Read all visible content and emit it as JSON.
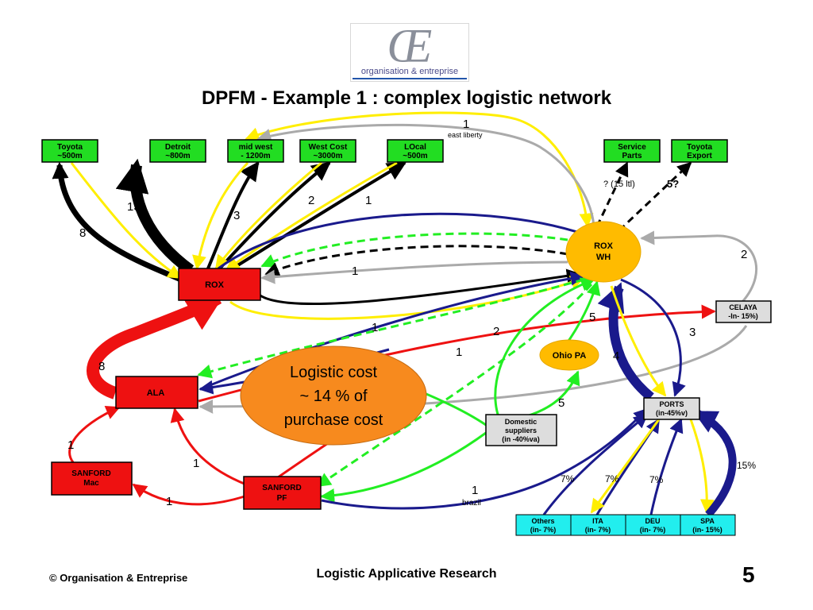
{
  "logo": {
    "glyph": "Œ",
    "wordmark": "organisation & entreprise"
  },
  "title": "DPFM - Example 1 : complex logistic network",
  "colors": {
    "green_box": "#22dd22",
    "red_box": "#ee1111",
    "orange": "#ffbb00",
    "cyan_box": "#22eeee",
    "navy": "#1a1a8c",
    "yellow": "#ffee00",
    "gray": "#aaaaaa"
  },
  "nodes": {
    "toyota": {
      "line1": "Toyota",
      "line2": "~500m"
    },
    "detroit": {
      "line1": "Detroit",
      "line2": "~800m"
    },
    "midwest": {
      "line1": "mid west",
      "line2": "- 1200m"
    },
    "westcost": {
      "line1": "West Cost",
      "line2": "~3000m"
    },
    "local": {
      "line1": "LOcal",
      "line2": "~500m"
    },
    "service_parts": {
      "line1": "Service",
      "line2": "Parts"
    },
    "toyota_export": {
      "line1": "Toyota",
      "line2": "Export"
    },
    "rox": {
      "label": "ROX"
    },
    "rox_wh": {
      "line1": "ROX",
      "line2": "WH"
    },
    "ala": {
      "label": "ALA"
    },
    "sanford_mac": {
      "line1": "SANFORD",
      "line2": "Mac"
    },
    "sanford_pf": {
      "line1": "SANFORD",
      "line2": "PF"
    },
    "ohio_pa": {
      "label": "Ohio PA"
    },
    "celaya": {
      "line1": "CELAYA",
      "line2": "-In- 15%)"
    },
    "ports": {
      "line1": "PORTS",
      "line2": "(in-45%v)"
    },
    "domestic": {
      "line1": "Domestic",
      "line2": "suppliers",
      "line3": "(in -40%va)"
    },
    "others": {
      "line1": "Others",
      "line2": "(in- 7%)"
    },
    "ita": {
      "line1": "ITA",
      "line2": "(in- 7%)"
    },
    "deu": {
      "line1": "DEU",
      "line2": "(in- 7%)"
    },
    "spa": {
      "line1": "SPA",
      "line2": "(in- 15%)"
    }
  },
  "callout": {
    "line1": "Logistic cost",
    "line2": "~ 14 % of",
    "line3": "purchase cost"
  },
  "edge_labels": {
    "l_8_toyota": "8",
    "l_13": "13",
    "l_3": "3",
    "l_2_westcost": "2",
    "l_1_local": "1",
    "l_1_top": "1",
    "east_liberty": "east liberty",
    "q15": "? (15 ltl)",
    "q5": "5?",
    "l_2_celaya": "2",
    "l_1_roxwh_rox": "1",
    "l_1_dashed": "1",
    "l_2_green": "2",
    "l_5_ohio": "5",
    "l_1_red": "1",
    "l_4": "4",
    "l_3_ports": "3",
    "l_8_ala": "8",
    "l_5_domestic": "5",
    "l_1_sanfordmac_up": "1",
    "l_1_pf_ala": "1",
    "l_1_pf_mac": "1",
    "l_1_brazil": "1",
    "brazil": "brazil",
    "p_others": "7%",
    "p_ita": "7%",
    "p_deu": "7%",
    "p_spa": "15%"
  },
  "footer": {
    "left": "© Organisation & Entreprise",
    "center": "Logistic Applicative Research",
    "page": "5"
  }
}
